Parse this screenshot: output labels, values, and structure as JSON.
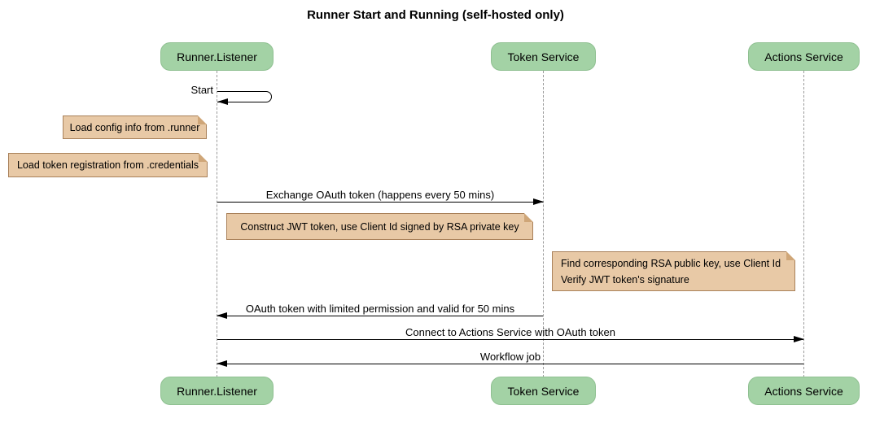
{
  "title": "Runner Start and Running (self-hosted only)",
  "participants": [
    {
      "label": "Runner.Listener"
    },
    {
      "label": "Token Service"
    },
    {
      "label": "Actions Service"
    }
  ],
  "messages": [
    {
      "label": "Start",
      "from": "Runner.Listener",
      "to": "Runner.Listener",
      "kind": "self"
    },
    {
      "label": "Exchange OAuth token (happens every 50 mins)",
      "from": "Runner.Listener",
      "to": "Token Service",
      "kind": "arrow-right"
    },
    {
      "label": "OAuth token with limited permission and valid for 50 mins",
      "from": "Token Service",
      "to": "Runner.Listener",
      "kind": "arrow-left"
    },
    {
      "label": "Connect to Actions Service with OAuth token",
      "from": "Runner.Listener",
      "to": "Actions Service",
      "kind": "arrow-right"
    },
    {
      "label": "Workflow job",
      "from": "Actions Service",
      "to": "Runner.Listener",
      "kind": "arrow-left"
    }
  ],
  "notes": [
    {
      "text": "Load config info from .runner",
      "anchor": "Runner.Listener"
    },
    {
      "text": "Load token registration from .credentials",
      "anchor": "Runner.Listener"
    },
    {
      "text": "Construct JWT token, use Client Id signed by RSA private key",
      "anchor": "Token Service"
    },
    {
      "text": "Find corresponding RSA public key, use Client Id\nVerify JWT token's signature",
      "anchor": "Actions Service"
    }
  ],
  "colors": {
    "participant_fill": "#a3d2a5",
    "participant_border": "#8fc091",
    "note_fill": "#e8c9a6",
    "note_border": "#a9815a",
    "lifeline": "#9a9a9a",
    "arrow": "#000000",
    "background": "#ffffff"
  }
}
